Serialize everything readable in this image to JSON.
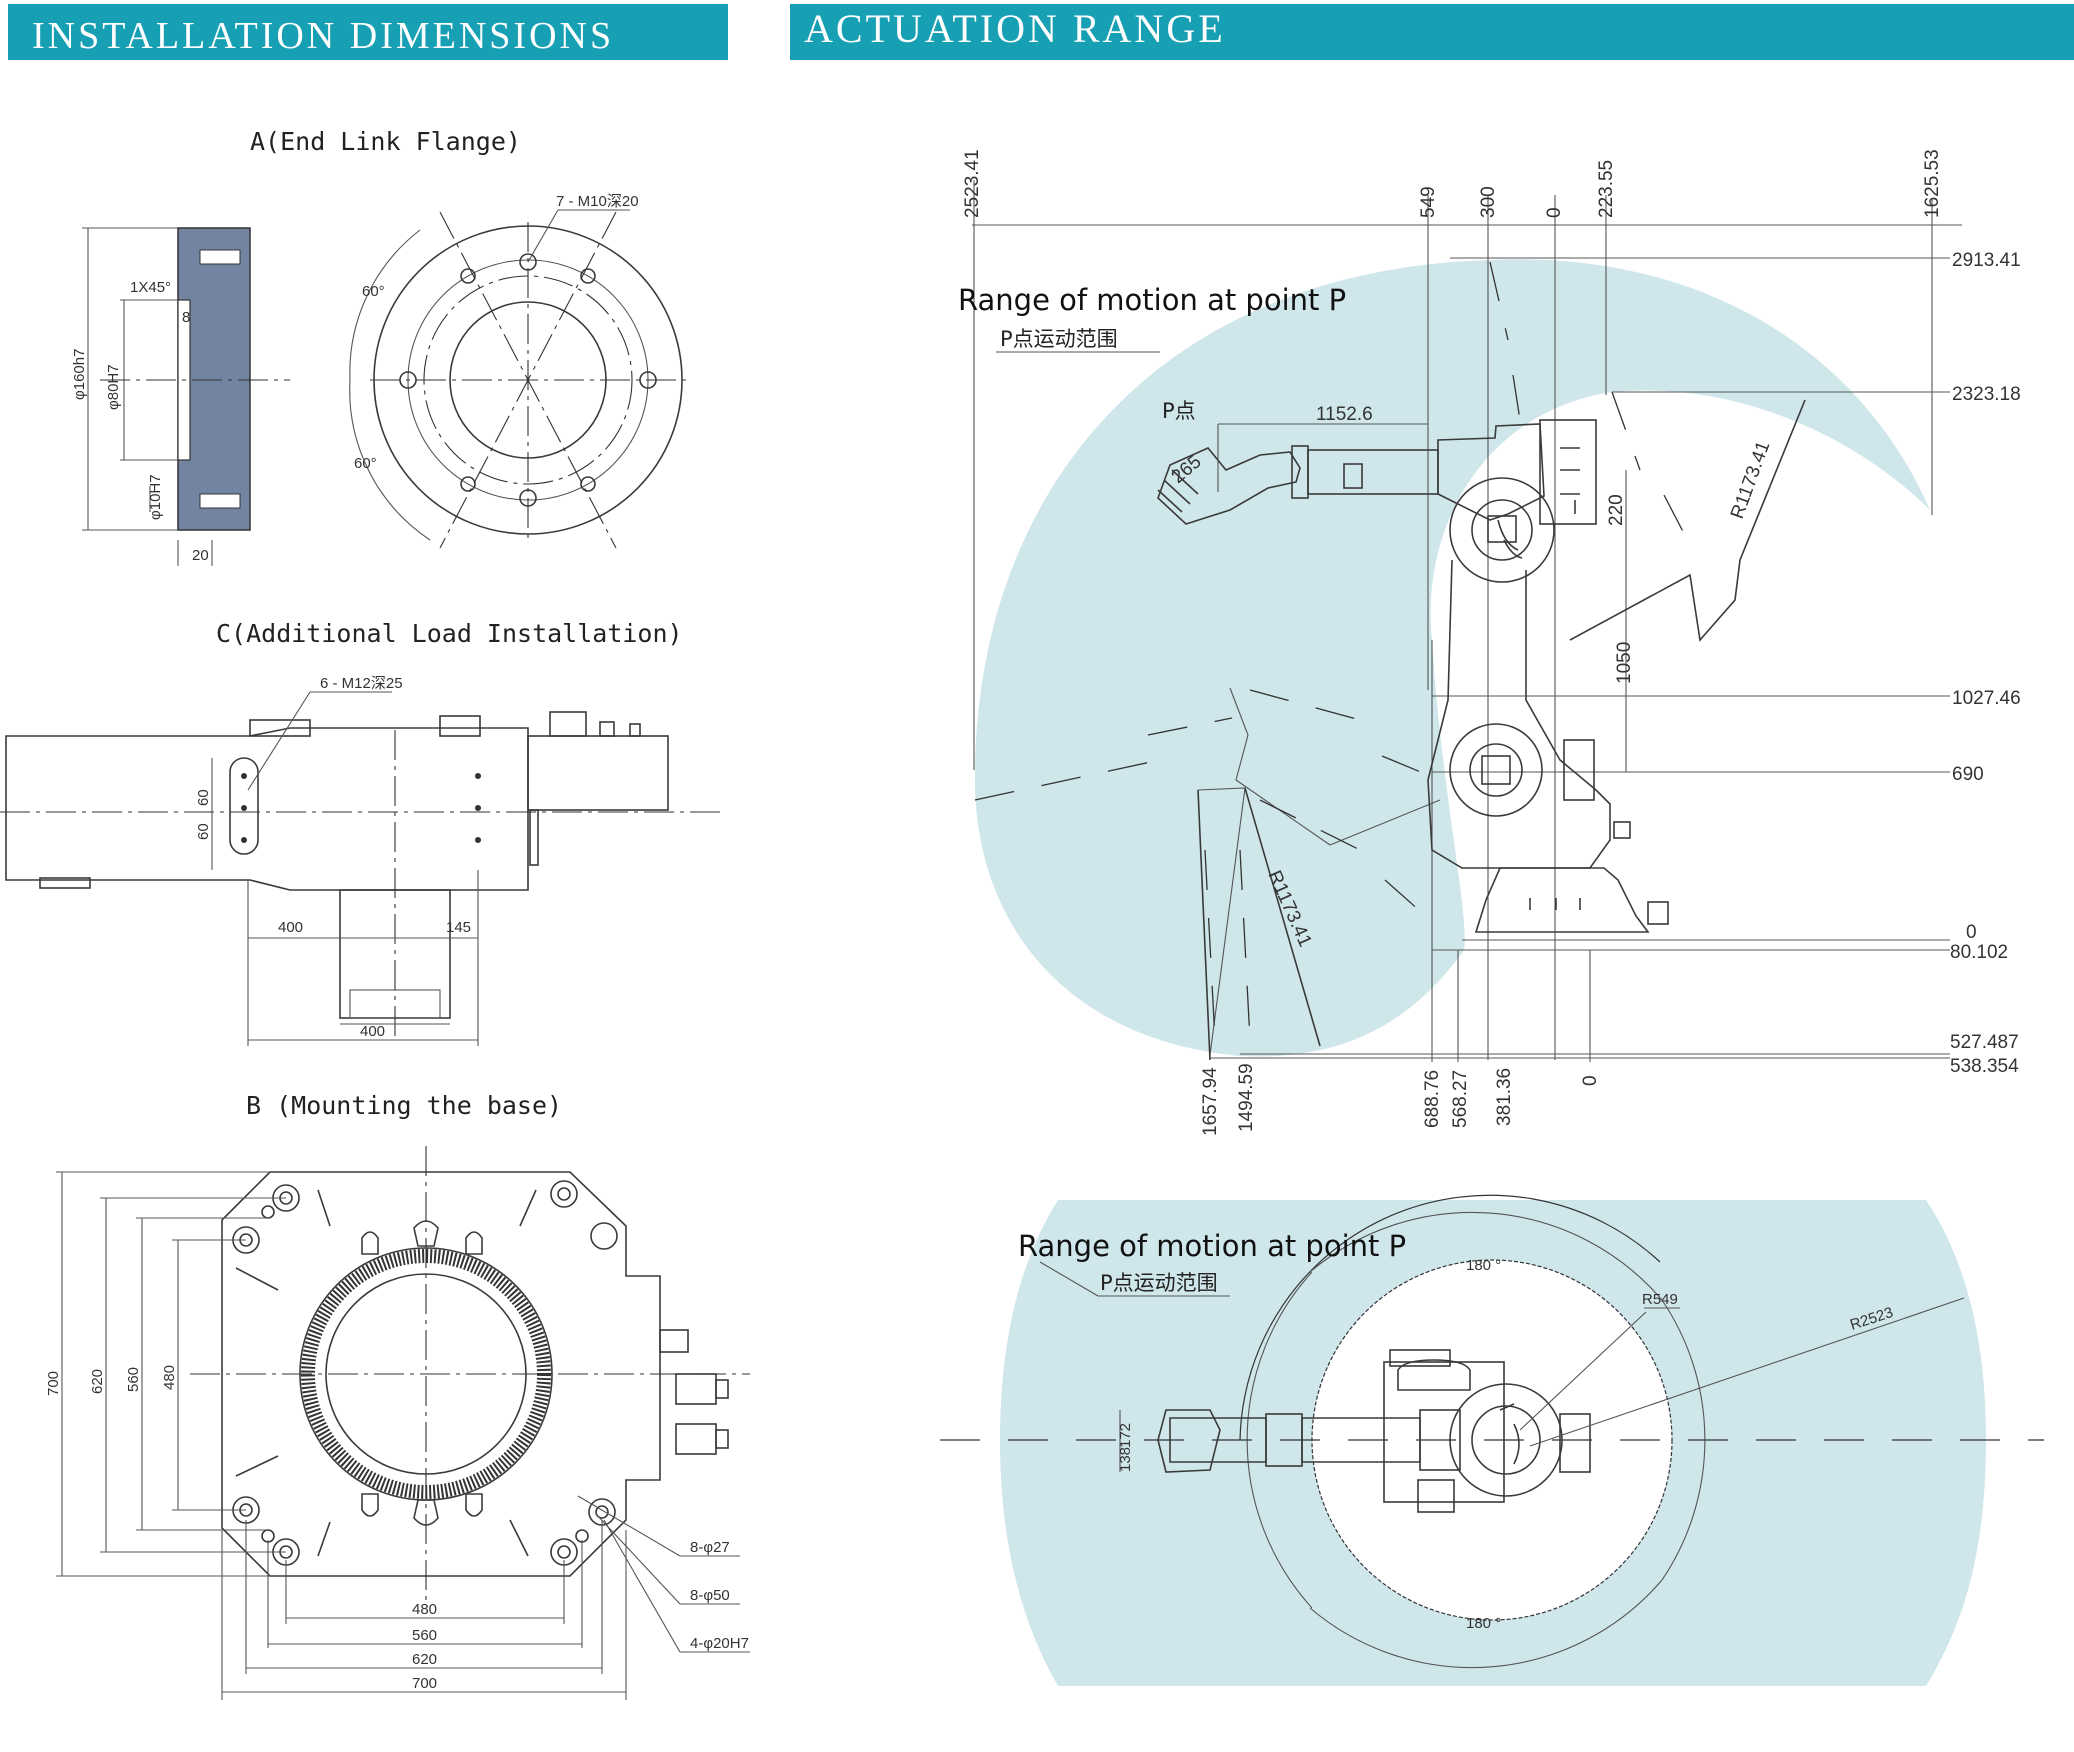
{
  "headers": {
    "installation_dimensions": "INSTALLATION DIMENSIONS",
    "actuation_range": "ACTUATION RANGE"
  },
  "views": {
    "flange_title": "A(End Link Flange)",
    "load_title": "C(Additional Load Installation)",
    "base_title": "B (Mounting the base)"
  },
  "flange": {
    "holes_note": "7 - M10深20",
    "chamfer": "1X45°",
    "dim_8": "8",
    "dia_160": "φ160h7",
    "dia_80": "φ80H7",
    "dia_10": "φ10H7",
    "dim_20": "20",
    "angle_top": "60°",
    "angle_bottom": "60°"
  },
  "load": {
    "holes_note": "6 - M12深25",
    "dim_60a": "60",
    "dim_60b": "60",
    "dim_400a": "400",
    "dim_145": "145",
    "dim_400b": "400"
  },
  "base": {
    "v700": "700",
    "v620": "620",
    "v560": "560",
    "v480": "480",
    "h480": "480",
    "h560": "560",
    "h620": "620",
    "h700": "700",
    "holes_27": "8-φ27",
    "holes_50": "8-φ50",
    "holes_20": "4-φ20H7"
  },
  "range_side": {
    "title": "Range of motion at point P",
    "subtitle": "P点运动范围",
    "p_label": "P点",
    "top_dims": [
      "2523.41",
      "549",
      "300",
      "0",
      "223.55",
      "1625.53"
    ],
    "right_dims": [
      "2913.41",
      "2323.18",
      "1027.46",
      "690",
      "0",
      "80.102",
      "527.487",
      "538.354"
    ],
    "bottom_dims": [
      "1657.94",
      "1494.59",
      "688.76",
      "568.27",
      "381.36",
      "0"
    ],
    "arm_length": "1152.6",
    "wrist": "265",
    "offset_220": "220",
    "offset_1050": "1050",
    "radius_upper": "R1173.41",
    "radius_lower": "R1173.41"
  },
  "range_top": {
    "title": "Range of motion at point P",
    "subtitle": "P点运动范围",
    "angle_top": "180 °",
    "angle_bottom": "180 °",
    "r_inner": "R549",
    "r_outer": "R2523",
    "dim_172": "172",
    "dim_138": "138"
  },
  "colors": {
    "header_bg": "#17a0b4",
    "range_fill": "#cfe6ea",
    "flange_fill": "#7384a2"
  }
}
